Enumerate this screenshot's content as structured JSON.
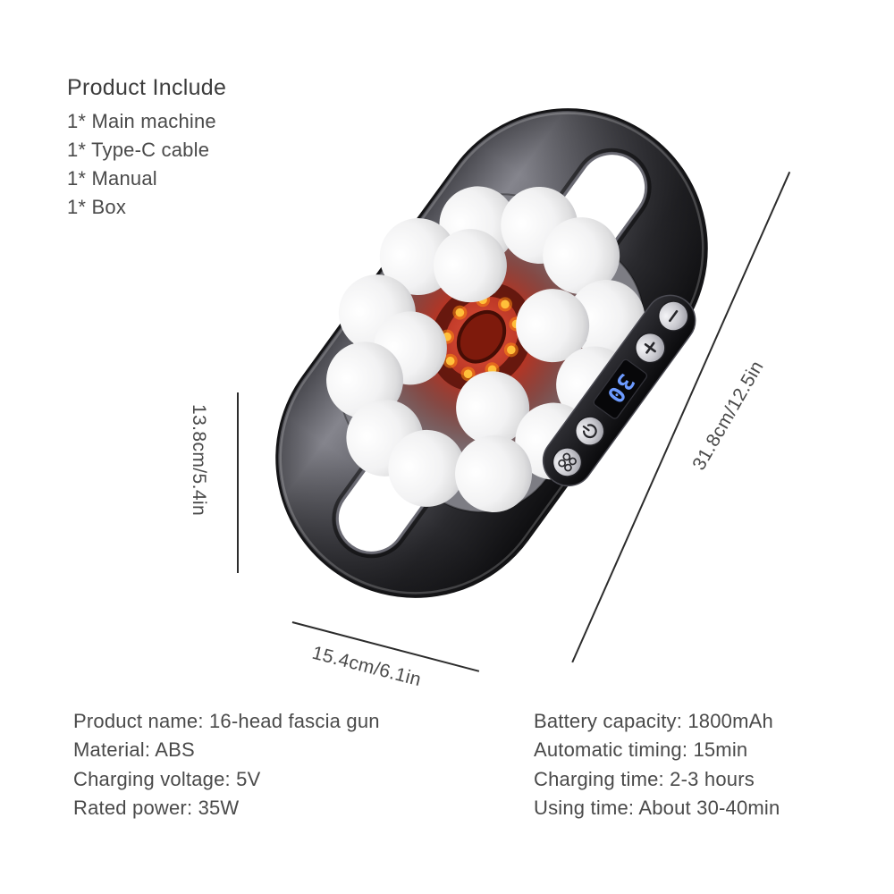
{
  "page": {
    "background": "#ffffff"
  },
  "product_include": {
    "title": "Product Include",
    "items": [
      "1* Main machine",
      "1* Type-C cable",
      "1* Manual",
      "1* Box"
    ]
  },
  "dimension_labels": {
    "side_height": "13.8cm/5.4in",
    "diagonal_length": "31.8cm/12.5in",
    "bottom_width": "15.4cm/6.1in"
  },
  "device": {
    "name": "16-head fascia gun massager",
    "massage_head_count": 16,
    "display_value": "30",
    "display_color": "#6d9bff",
    "glow_color": "#e0462b",
    "led_color": "#ffc03a",
    "body_color": "#2f2f33",
    "button_icons": [
      "minus-icon",
      "plus-icon",
      "power-icon",
      "massage-heads-icon"
    ]
  },
  "specifications": {
    "left": [
      "Product name: 16-head fascia gun",
      "Material: ABS",
      "Charging voltage: 5V",
      "Rated power: 35W"
    ],
    "right": [
      "Battery capacity: 1800mAh",
      "Automatic timing: 15min",
      "Charging time: 2-3 hours",
      "Using time: About 30-40min"
    ]
  }
}
